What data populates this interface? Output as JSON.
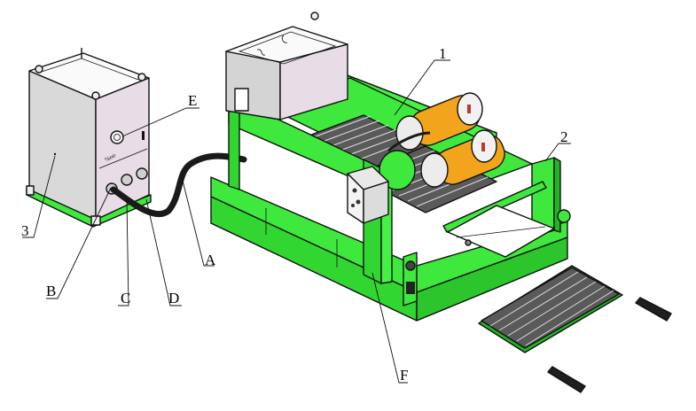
{
  "diagram": {
    "subject": "Shale shaker assembly with control box",
    "colors": {
      "frame_green": "#3ee83c",
      "frame_green_dark": "#22b522",
      "panel_gray": "#d9d9d9",
      "panel_pink": "#e8dde6",
      "motor_orange": "#f2a51c",
      "hose_black": "#1a1a1a",
      "screen_gray": "#555555"
    },
    "labels": [
      {
        "id": "1",
        "text": "1",
        "target": "vibration motors"
      },
      {
        "id": "2",
        "text": "2",
        "target": "shaker basket"
      },
      {
        "id": "3",
        "text": "3",
        "target": "control box"
      },
      {
        "id": "A",
        "text": "A",
        "target": "cable hose"
      },
      {
        "id": "B",
        "text": "B",
        "target": "cable gland"
      },
      {
        "id": "C",
        "text": "C",
        "target": "cable gland"
      },
      {
        "id": "D",
        "text": "D",
        "target": "cable gland"
      },
      {
        "id": "E",
        "text": "E",
        "target": "control panel switch"
      },
      {
        "id": "F",
        "text": "F",
        "target": "junction box"
      }
    ]
  }
}
